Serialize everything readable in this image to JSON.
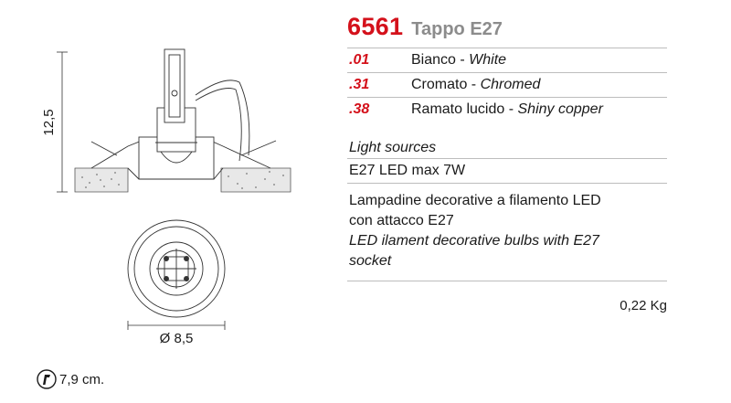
{
  "product": {
    "code": "6561",
    "name": "Tappo E27"
  },
  "variants": [
    {
      "code": ".01",
      "it": "Bianco",
      "sep": " - ",
      "en": "White"
    },
    {
      "code": ".31",
      "it": "Cromato",
      "sep": " - ",
      "en": "Chromed"
    },
    {
      "code": ".38",
      "it": "Ramato lucido",
      "sep": " - ",
      "en": "Shiny copper"
    }
  ],
  "light_sources": {
    "title": "Light sources",
    "value": "E27 LED max 7W"
  },
  "description": {
    "it_line1": "Lampadine decorative a filamento LED",
    "it_line2": "con attacco E27",
    "en_line1": "LED  ilament decorative bulbs with E27",
    "en_line2": "socket"
  },
  "weight": "0,22 Kg",
  "dimensions": {
    "height": "12,5",
    "diameter": "Ø 8,5",
    "hole": "7,9 cm."
  },
  "colors": {
    "accent": "#d4111b",
    "muted": "#8c8c8c"
  }
}
